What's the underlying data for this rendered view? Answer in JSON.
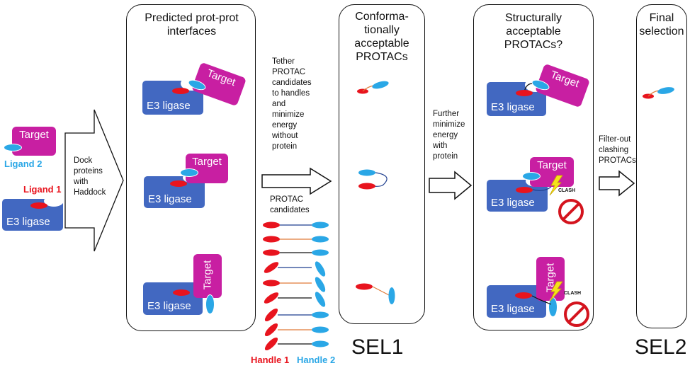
{
  "left": {
    "target_label": "Target",
    "ligand2_label": "Ligand 2",
    "ligand1_label": "Ligand 1",
    "e3_label": "E3 ligase",
    "dock_text": [
      "Dock",
      "proteins",
      "with",
      "Haddock"
    ]
  },
  "panel1": {
    "title": [
      "Predicted prot-prot",
      "interfaces"
    ],
    "e3_label": "E3 ligase",
    "target_label": "Target"
  },
  "tether_text": [
    "Tether",
    "PROTAC",
    "candidates",
    "to handles",
    "and",
    "minimize",
    "energy",
    "without",
    "protein"
  ],
  "protac_candidates_text": [
    "PROTAC",
    "candidates"
  ],
  "handle1_label": "Handle 1",
  "handle2_label": "Handle 2",
  "panel2": {
    "title": [
      "Conforma-",
      "tionally",
      "acceptable",
      "PROTACs"
    ],
    "sel_label": "SEL1"
  },
  "further_text": [
    "Further",
    "minimize",
    "energy",
    "with",
    "protein"
  ],
  "panel3": {
    "title": [
      "Structurally",
      "acceptable",
      "PROTACs?"
    ],
    "e3_label": "E3 ligase",
    "target_label": "Target",
    "clash_label": "CLASH"
  },
  "filter_text": [
    "Filter-out",
    "clashing",
    "PROTACs"
  ],
  "panel4": {
    "title": [
      "Final",
      "selection"
    ],
    "sel_label": "SEL2"
  },
  "colors": {
    "e3": "#4268c1",
    "target": "#c81fa2",
    "handle1": "#e8141e",
    "handle2": "#2aa7e6",
    "linker_blue": "#1f3f8f",
    "linker_orange": "#e07b39",
    "linker_black": "#111111"
  }
}
